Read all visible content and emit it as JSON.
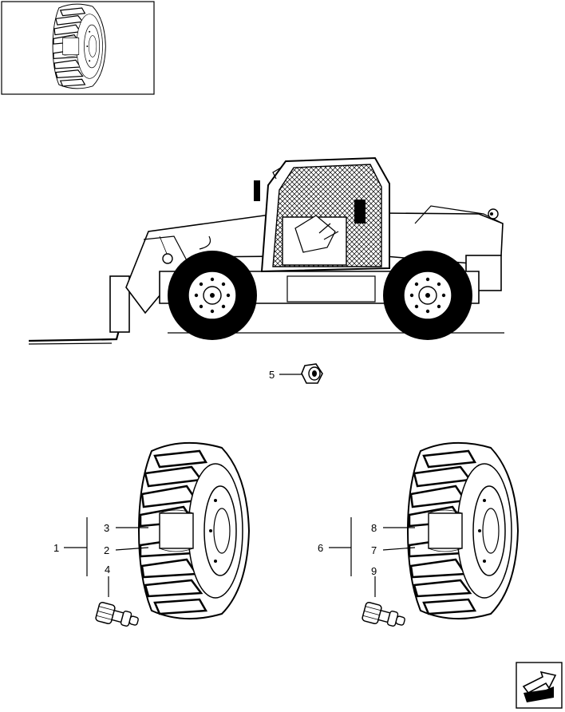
{
  "callouts": {
    "c1": "1",
    "c2": "2",
    "c3": "3",
    "c4": "4",
    "c5": "5",
    "c6": "6",
    "c7": "7",
    "c8": "8",
    "c9": "9"
  },
  "icons": {
    "thumbnail": "tire-thumbnail-icon",
    "vehicle": "telescopic-handler-illustration",
    "nut": "wheel-nut-icon",
    "valve": "tire-valve-icon",
    "nav": "next-page-arrow-icon"
  }
}
